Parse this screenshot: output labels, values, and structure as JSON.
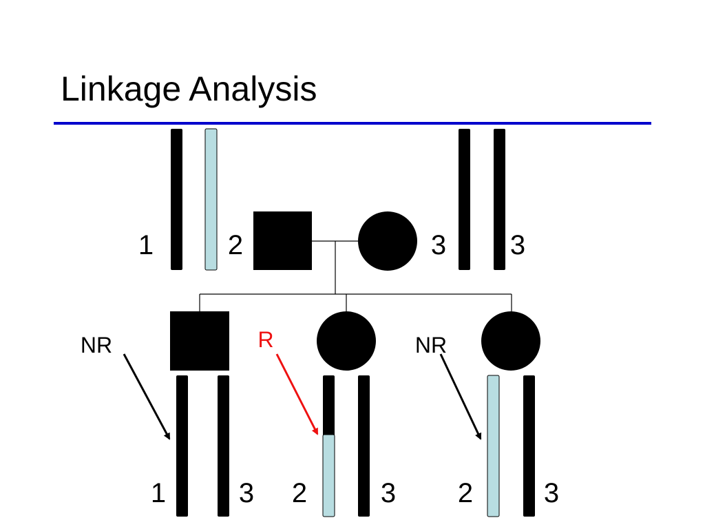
{
  "slide": {
    "title": "Linkage Analysis"
  },
  "colors": {
    "rule": "#0000cc",
    "affected": "#000000",
    "marker_light": "#b8dde1",
    "recombinant": "#ee1111",
    "line": "#000000"
  },
  "pedigree": {
    "father": {
      "shape": "square",
      "affected": true,
      "chromosomes": [
        {
          "allele": "1",
          "color": "dark"
        },
        {
          "allele": "2",
          "color": "light"
        }
      ]
    },
    "mother": {
      "shape": "circle",
      "affected": true,
      "chromosomes": [
        {
          "allele": "3",
          "color": "dark"
        },
        {
          "allele": "3",
          "color": "dark"
        }
      ]
    },
    "children": [
      {
        "shape": "square",
        "affected": true,
        "status": "NR",
        "chromosomes": [
          {
            "allele": "1",
            "color": "dark"
          },
          {
            "allele": "3",
            "color": "dark"
          }
        ]
      },
      {
        "shape": "circle",
        "affected": true,
        "status": "R",
        "chromosomes": [
          {
            "allele": "2",
            "color": "split-dark-light"
          },
          {
            "allele": "3",
            "color": "dark"
          }
        ]
      },
      {
        "shape": "circle",
        "affected": true,
        "status": "NR",
        "chromosomes": [
          {
            "allele": "2",
            "color": "light"
          },
          {
            "allele": "3",
            "color": "dark"
          }
        ]
      }
    ]
  }
}
